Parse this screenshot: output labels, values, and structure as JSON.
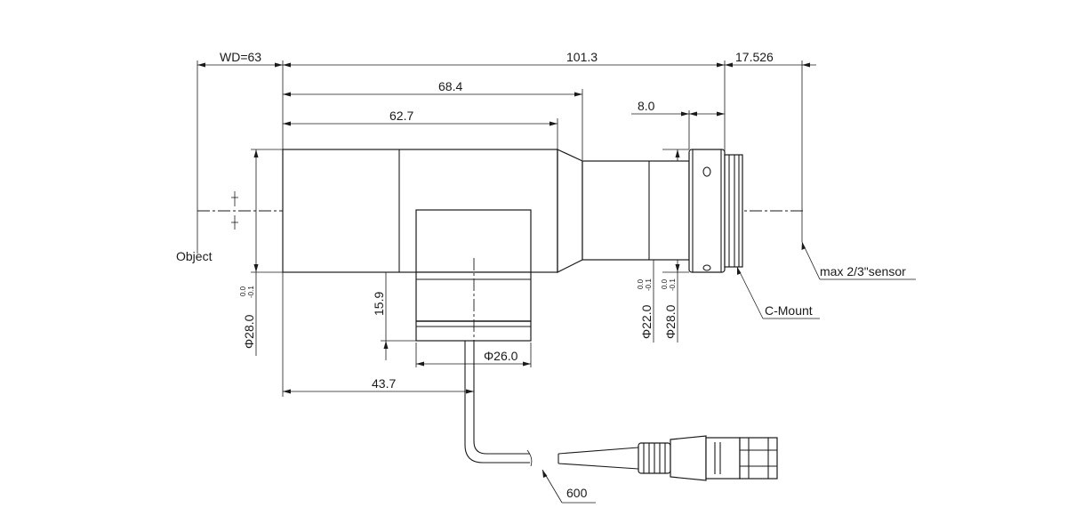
{
  "dimensions": {
    "wd": "WD=63",
    "total_length": "101.3",
    "sensor_distance": "17.526",
    "length_68": "68.4",
    "length_62": "62.7",
    "flange": "8.0",
    "side_height": "15.9",
    "side_port_diameter": "Φ26.0",
    "side_port_offset": "43.7",
    "diam_left": "Φ28.0",
    "diam_22": "Φ22.0",
    "diam_28_right": "Φ28.0",
    "tol_upper": "0.0",
    "tol_lower": "-0.1",
    "cable_length": "600"
  },
  "labels": {
    "object": "Object",
    "sensor": "max 2/3\"sensor",
    "mount": "C-Mount"
  },
  "markings": {
    "port_mark": "O"
  }
}
